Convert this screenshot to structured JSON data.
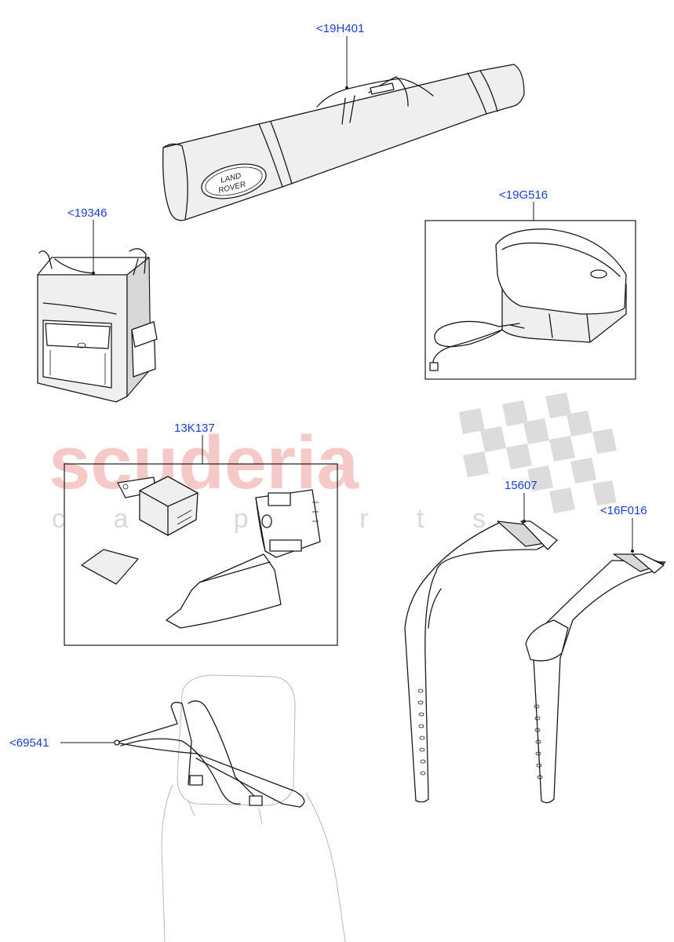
{
  "watermark": {
    "brand": "scuderia",
    "sub": "c a r  p a r t s",
    "brand_color": "#f6c9c9"
  },
  "logo": {
    "line1": "LAND",
    "line2": "ROVER"
  },
  "callouts": {
    "ski_bag": "<19H401",
    "cool_box": "<19G516",
    "rucksack": "<19346",
    "mount_kit": "13K137",
    "strap_a": "15607",
    "strap_b": "<16F016",
    "hanger": "<69541"
  },
  "colors": {
    "callout": "#1a3fd6",
    "line": "#1a1a1a"
  }
}
